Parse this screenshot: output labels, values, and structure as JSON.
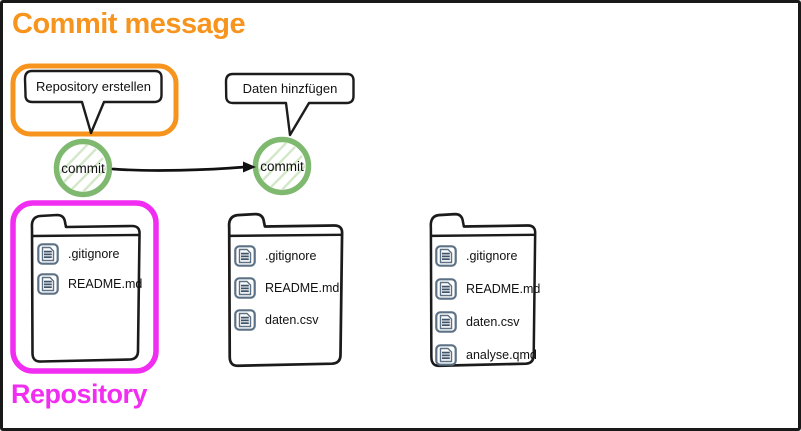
{
  "diagram": {
    "title": {
      "text": "Commit message",
      "color": "#F7941D"
    },
    "caption": {
      "text": "Repository",
      "color": "#F12DF1"
    },
    "speech_bubbles": [
      {
        "label": "Repository erstellen",
        "highlighted": true
      },
      {
        "label": "Daten hinzfügen",
        "highlighted": false
      }
    ],
    "commits": [
      {
        "label": "commit"
      },
      {
        "label": "commit"
      }
    ],
    "arrow": {
      "from": "commit-1",
      "to": "commit-2"
    },
    "folders": [
      {
        "highlighted": true,
        "files": [
          ".gitignore",
          "README.md"
        ]
      },
      {
        "highlighted": false,
        "files": [
          ".gitignore",
          "README.md",
          "daten.csv"
        ]
      },
      {
        "highlighted": false,
        "files": [
          ".gitignore",
          "README.md",
          "daten.csv",
          "analyse.qmd"
        ]
      }
    ],
    "icons": {
      "file_icon": "document-with-text-lines"
    },
    "colors": {
      "highlight_orange": "#F7941D",
      "highlight_magenta": "#F12DF1",
      "commit_green": "#7FB86F",
      "commit_hatch_green": "#D3E7C9",
      "file_icon_slate": "#5C7186",
      "stroke": "#1B1B1B",
      "background": "#FFFFFF"
    }
  }
}
